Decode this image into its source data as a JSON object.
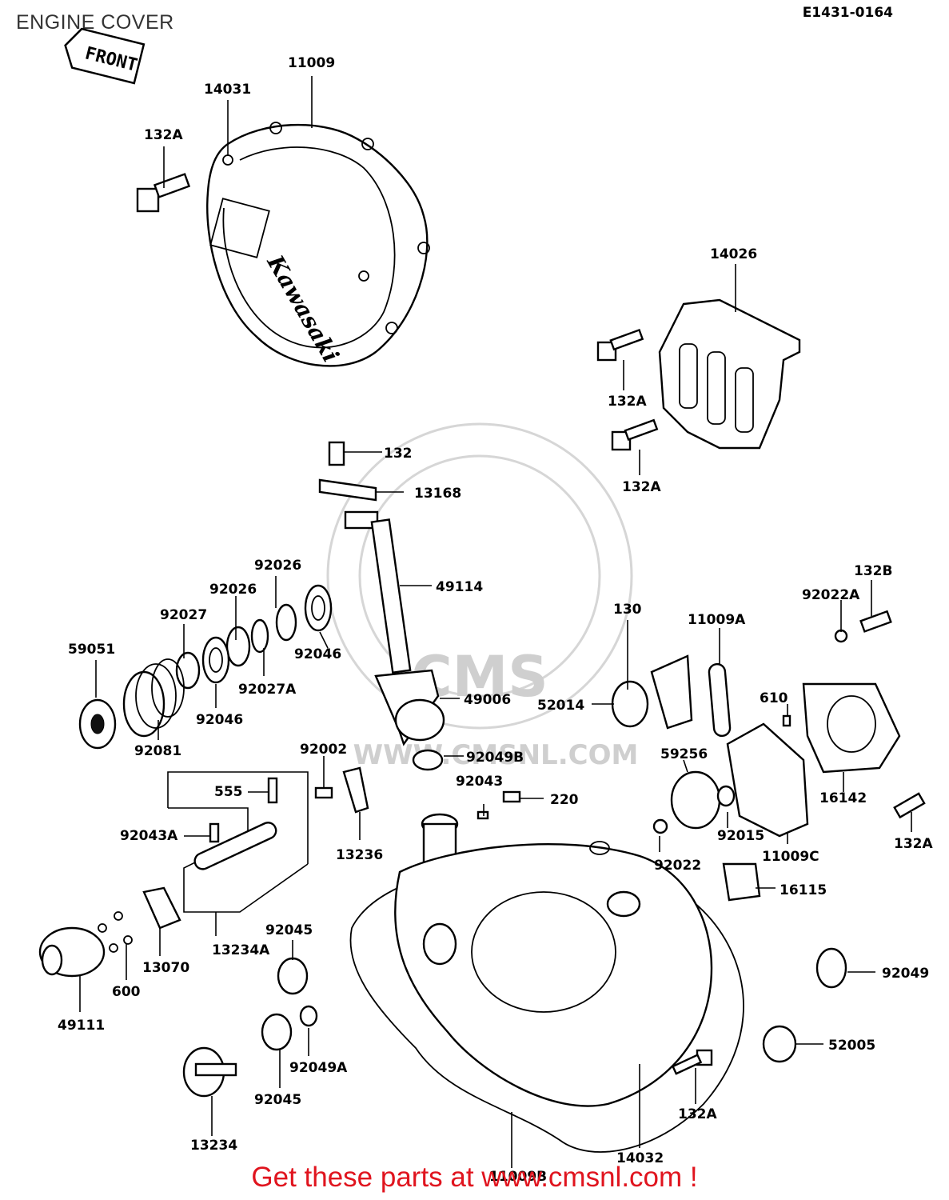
{
  "header": {
    "title": "ENGINE COVER",
    "code": "E1431-0164"
  },
  "front_tag": "FRONT",
  "brand_text": "Kawasaki",
  "watermark": {
    "big": "CMS",
    "url": "WWW.CMSNL.COM"
  },
  "footer": {
    "text": "Get these parts at www.cmsnl.com !"
  },
  "parts": {
    "p11009": "11009",
    "p14031": "14031",
    "p132A_a": "132A",
    "p14026": "14026",
    "p132A_b": "132A",
    "p132A_c": "132A",
    "p132": "132",
    "p13168": "13168",
    "p49114": "49114",
    "p92026_a": "92026",
    "p92026_b": "92026",
    "p92027": "92027",
    "p59051": "59051",
    "p92046_a": "92046",
    "p92027A": "92027A",
    "p92046_b": "92046",
    "p92081": "92081",
    "p49006": "49006",
    "p92049B": "92049B",
    "p92002": "92002",
    "p555": "555",
    "p92043A": "92043A",
    "p13236": "13236",
    "p92043": "92043",
    "p220": "220",
    "p130": "130",
    "p11009A": "11009A",
    "p132B": "132B",
    "p92022A": "92022A",
    "p52014": "52014",
    "p610": "610",
    "p59256": "59256",
    "p16142": "16142",
    "p132A_d": "132A",
    "p92015": "92015",
    "p11009C": "11009C",
    "p92022": "92022",
    "p16115": "16115",
    "p13070": "13070",
    "p13234A": "13234A",
    "p92045_a": "92045",
    "p600": "600",
    "p49111": "49111",
    "p92049": "92049",
    "p52005": "52005",
    "p92049A": "92049A",
    "p92045_b": "92045",
    "p13234": "13234",
    "p132A_e": "132A",
    "p14032": "14032",
    "p11009B": "11009B"
  }
}
